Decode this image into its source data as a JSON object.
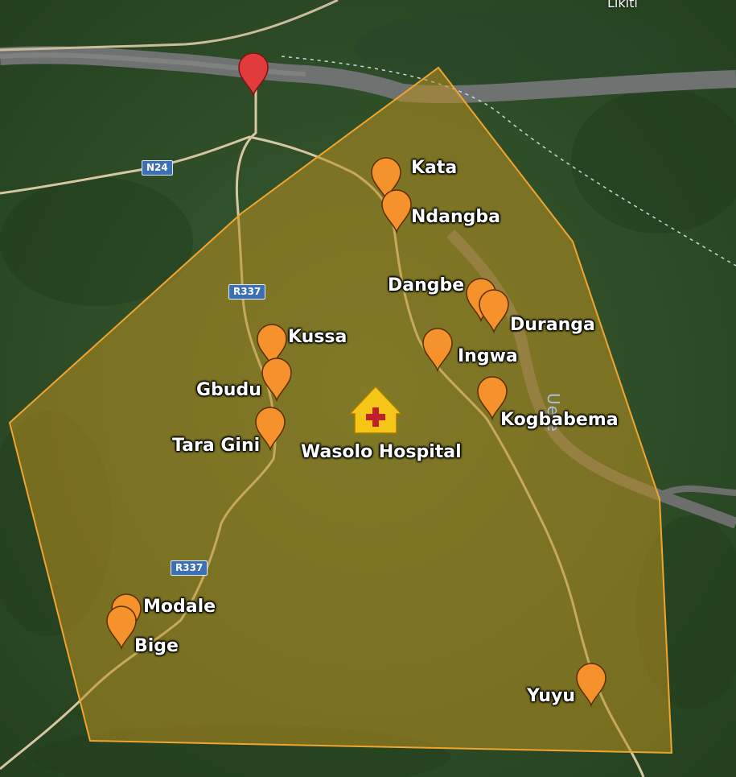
{
  "map": {
    "colors": {
      "terrain": "#2e4f2a",
      "area_fill": "#b98f1f",
      "area_stroke": "#f0a530",
      "village_pin": "#f5922b",
      "origin_pin": "#e23b3b",
      "hospital": "#f5c518",
      "hospital_cross": "#c0202a",
      "road": "#d9c9a6",
      "river": "#6b6f6d",
      "shield": "#3b6fb6"
    },
    "top_label": "Likiti",
    "river_label": "Uele",
    "roads": [
      "N24",
      "R337",
      "R337"
    ],
    "hospital": {
      "label": "Wasolo Hospital",
      "icon": "hospital-icon"
    },
    "origin_pin": {
      "icon": "red-map-pin-icon"
    },
    "villages": [
      {
        "name": "Kata"
      },
      {
        "name": "Ndangba"
      },
      {
        "name": "Dangbe"
      },
      {
        "name": "Duranga"
      },
      {
        "name": "Ingwa"
      },
      {
        "name": "Kogbabema"
      },
      {
        "name": "Kussa"
      },
      {
        "name": "Gbudu"
      },
      {
        "name": "Tara Gini"
      },
      {
        "name": "Modale"
      },
      {
        "name": "Bige"
      },
      {
        "name": "Yuyu"
      }
    ]
  }
}
